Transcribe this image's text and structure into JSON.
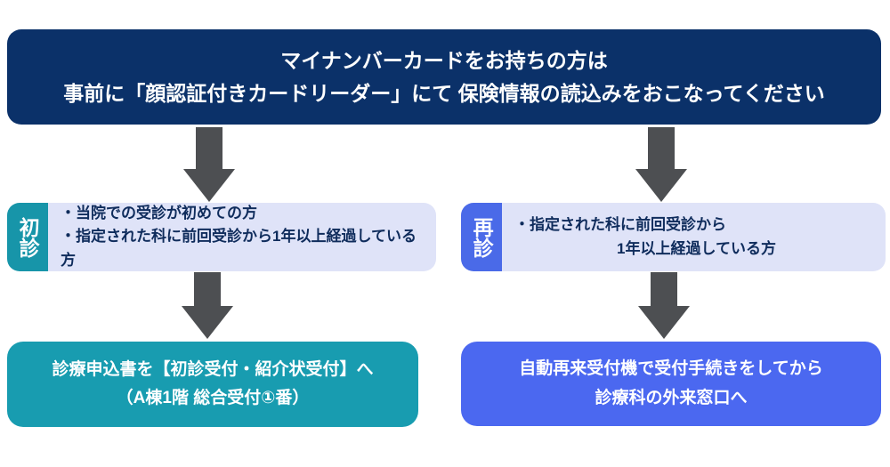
{
  "banner": {
    "line1": "マイナンバーカードをお持ちの方は",
    "line2": "事前に「顔認証付きカードリーダー」にて 保険情報の読込みをおこなってください"
  },
  "first_visit": {
    "tab_label": "初診",
    "bullet1": "・当院での受診が初めての方",
    "bullet2": "・指定された科に前回受診から1年以上経過している方"
  },
  "revisit": {
    "tab_label": "再診",
    "bullet1": "・指定された科に前回受診から",
    "line2": "1年以上経過している方"
  },
  "first_visit_action": {
    "line1": "診療申込書を【初診受付・紹介状受付】へ",
    "line2": "（A棟1階 総合受付①番）"
  },
  "revisit_action": {
    "line1": "自動再来受付機で受付手続きをしてから",
    "line2": "診療科の外来窓口へ"
  },
  "colors": {
    "banner_navy": "#0b3169",
    "arrow_gray": "#4d4f52",
    "condition_body_lavender": "#dfe3f8",
    "condition_text_navy": "#0f2c5c",
    "first_visit_teal": "#1795a9",
    "first_visit_action_teal": "#189cb0",
    "revisit_blue": "#4a6ae8",
    "revisit_action_blue": "#4b68f0",
    "text_white": "#ffffff"
  }
}
